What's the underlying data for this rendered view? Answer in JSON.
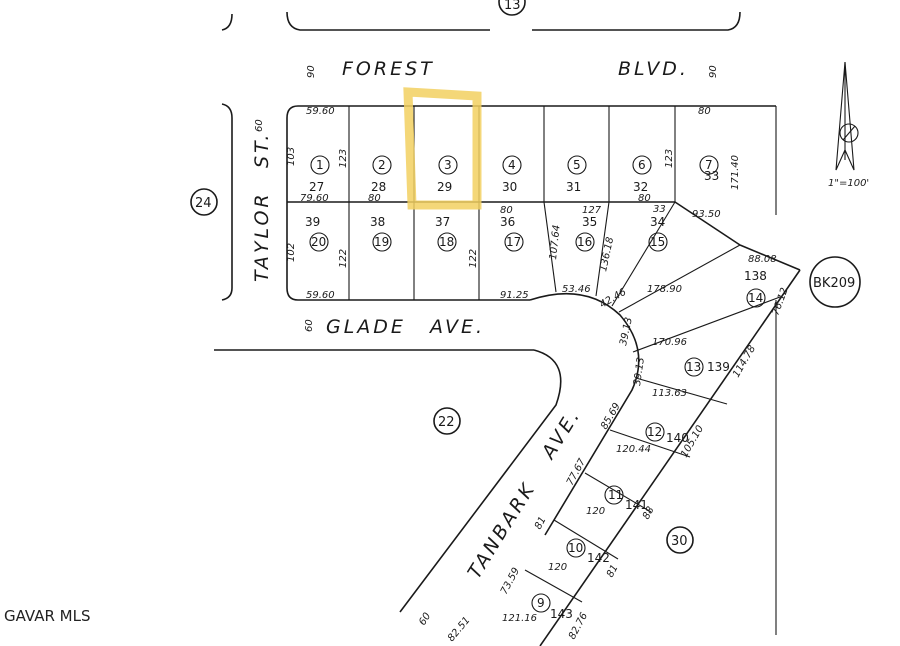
{
  "streets": {
    "forest": "FOREST",
    "blvd": "BLVD.",
    "taylor": "TAYLOR",
    "st": "ST.",
    "glade": "GLADE",
    "ave": "AVE.",
    "tanbark": "TANBARK",
    "tanbark_ave": "AVE."
  },
  "blocks": {
    "b13": "13",
    "b24": "24",
    "b22": "22",
    "b30": "30",
    "bk": "BK209"
  },
  "scale_label": "1\"=100'",
  "north_symbol": "N",
  "watermark": "GAVAR MLS",
  "highlighted_lot": "3",
  "upper_lots": [
    {
      "lot": "1",
      "parcel": "27"
    },
    {
      "lot": "2",
      "parcel": "28"
    },
    {
      "lot": "3",
      "parcel": "29"
    },
    {
      "lot": "4",
      "parcel": "30"
    },
    {
      "lot": "5",
      "parcel": "31"
    },
    {
      "lot": "6",
      "parcel": "32"
    },
    {
      "lot": "7",
      "parcel": "33"
    }
  ],
  "lower_lots": [
    {
      "lot": "20",
      "parcel": "39"
    },
    {
      "lot": "19",
      "parcel": "38"
    },
    {
      "lot": "18",
      "parcel": "37"
    },
    {
      "lot": "17",
      "parcel": "36"
    },
    {
      "lot": "16",
      "parcel": "35"
    },
    {
      "lot": "15",
      "parcel": "34"
    }
  ],
  "curve_lots": [
    {
      "lot": "14",
      "parcel": "138"
    },
    {
      "lot": "13",
      "parcel": "139"
    },
    {
      "lot": "12",
      "parcel": "140"
    },
    {
      "lot": "11",
      "parcel": "141"
    },
    {
      "lot": "10",
      "parcel": "142"
    },
    {
      "lot": "9",
      "parcel": "143"
    }
  ],
  "dims": {
    "forest_w_left": "90",
    "forest_w_right": "90",
    "top_left": "59.60",
    "top_right": "80",
    "depth_lot1": "103",
    "depth_123a": "123",
    "depth_123b": "123",
    "depth_17140": "171.40",
    "mid_7960": "79.60",
    "mid_80a": "80",
    "mid_80b": "80",
    "mid_127": "127",
    "mid_80c": "80",
    "mid_33": "33",
    "mid_9350": "93.50",
    "taylor_w": "60",
    "depth_102": "102",
    "depth_122a": "122",
    "depth_122b": "122",
    "d_10764": "107.64",
    "d_13618": "136.18",
    "bottom_5960": "59.60",
    "bottom_9125": "91.25",
    "d_5346": "53.46",
    "d_4246": "42.46",
    "d_3913a": "39.13",
    "d_3913b": "39.13",
    "d_17890": "178.90",
    "d_8808": "88.08",
    "d_7612": "76.12",
    "glade_w": "60",
    "d_17096": "170.96",
    "d_11478": "114.78",
    "d_11363": "113.63",
    "d_8569": "85.69",
    "d_10510": "105.10",
    "d_12044": "120.44",
    "d_7767": "77.67",
    "d_88": "88",
    "d_120a": "120",
    "d_81a": "81",
    "d_120b": "120",
    "d_81b": "81",
    "d_7359": "73.59",
    "d_12116": "121.16",
    "d_8276": "82.76",
    "d_8251": "82.51",
    "tanbark_w": "60"
  }
}
